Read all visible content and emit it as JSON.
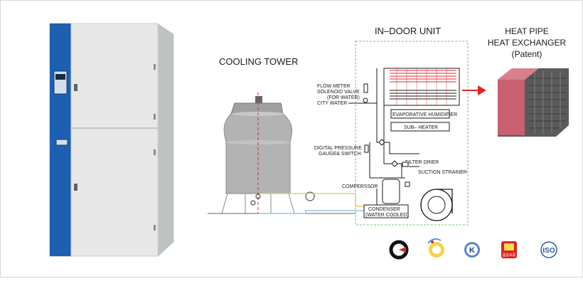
{
  "diagram": {
    "indoor_title": "IN–DOOR UNIT",
    "cooling_tower_title": "COOLING TOWER",
    "heat_pipe_title": [
      "HEAT PIPE",
      "HEAT EXCHANGER",
      "(Patent)"
    ],
    "labels": {
      "flow_meter": "FLOW METER",
      "solenoid_valve": "SOLENOID VALVE",
      "for_water": "(FOR WATER)",
      "city_water": "CITY WATER",
      "evaporative_humidifier": "EVAPORATIVE HUMIDIFIER",
      "sub_heater": "SUB– HEATER",
      "digital_pressure": "DIGITAL PRESSURE",
      "gauge_switch": "GAUGE& SWITCH",
      "filter_drier": "FILTER DRIER",
      "suction_strainer": "SUCTION STRAINER",
      "compressor": "COMPERSSOR",
      "condenser": "CONDENSER",
      "water_cooled": "(WATER COOLED)"
    }
  },
  "certifications": [
    {
      "name": "cert-mark-1",
      "text": ""
    },
    {
      "name": "cert-mark-2",
      "text": ""
    },
    {
      "name": "cert-mark-k",
      "text": "K"
    },
    {
      "name": "cert-mark-quality",
      "text": "품질보증"
    },
    {
      "name": "cert-mark-iso",
      "text": "ISO"
    }
  ],
  "colors": {
    "cabinet_blue": "#1d5fb0",
    "arrow_red": "#e0242a",
    "unit_border_green": "#8fd18f",
    "heat_exchanger_pink": "#c86070"
  }
}
